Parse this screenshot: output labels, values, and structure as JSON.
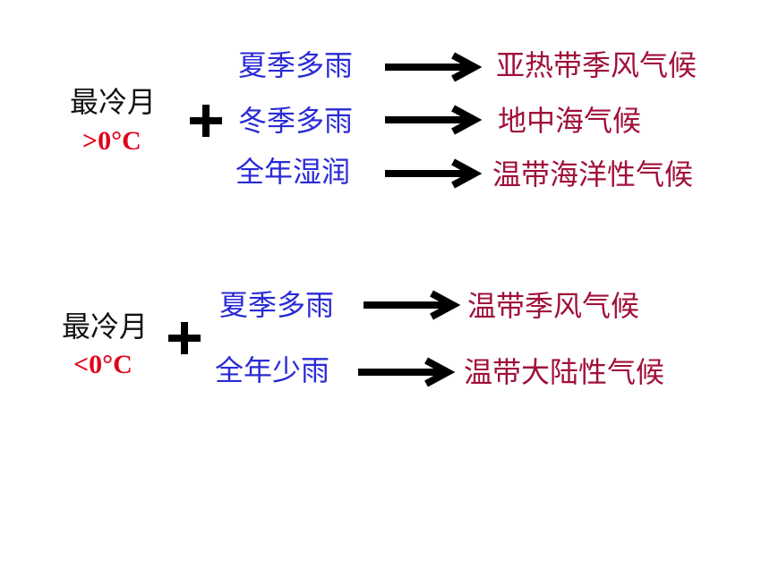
{
  "groups": [
    {
      "label": "最冷月",
      "temp": ">0°C",
      "rows": [
        {
          "condition": "夏季多雨",
          "climate": "亚热带季风气候"
        },
        {
          "condition": "冬季多雨",
          "climate": "地中海气候"
        },
        {
          "condition": "全年湿润",
          "climate": "温带海洋性气候"
        }
      ]
    },
    {
      "label": "最冷月",
      "temp": "<0°C",
      "rows": [
        {
          "condition": "夏季多雨",
          "climate": "温带季风气候"
        },
        {
          "condition": "全年少雨",
          "climate": "温带大陆性气候"
        }
      ]
    }
  ],
  "colors": {
    "condition": "#2a2ad6",
    "climate": "#a0103a",
    "temp": "#e0001a"
  }
}
